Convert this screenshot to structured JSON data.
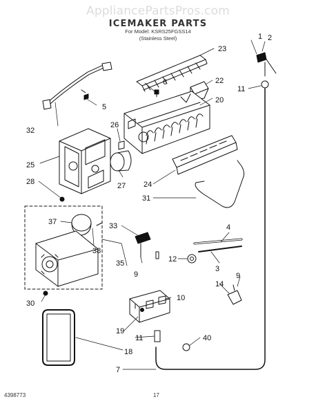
{
  "header": {
    "site": "AppliancePartsPros.com",
    "title": "ICEMAKER PARTS",
    "model": "For Model: KSRS25FGSS14",
    "variant": "(Stainless Steel)"
  },
  "footer": {
    "doc_number": "4398773",
    "page": "17"
  },
  "callouts": [
    "1",
    "2",
    "3",
    "4",
    "5",
    "6",
    "7",
    "9",
    "9",
    "10",
    "11",
    "11",
    "12",
    "14",
    "18",
    "19",
    "20",
    "22",
    "23",
    "24",
    "25",
    "26",
    "27",
    "28",
    "30",
    "31",
    "32",
    "33",
    "35",
    "37",
    "38",
    "40"
  ]
}
